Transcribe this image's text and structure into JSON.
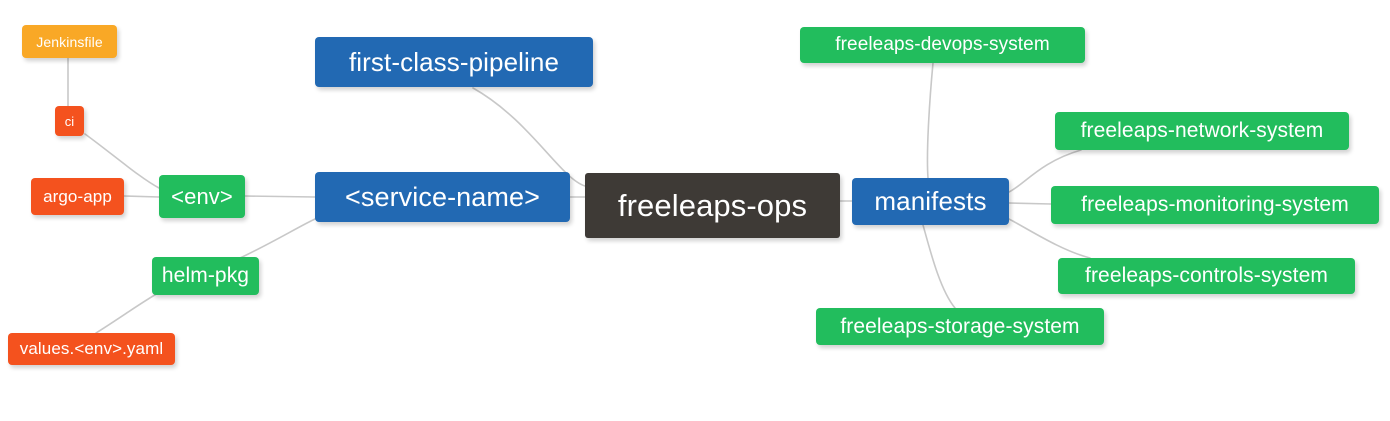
{
  "diagram": {
    "type": "mindmap",
    "title": "freeleaps-ops",
    "background_color": "#ffffff",
    "edge_color": "#c8c8c8",
    "palette": {
      "root": "#3e3a36",
      "blue": "#2269b3",
      "green": "#22bd5d",
      "orange": "#f9a826",
      "red": "#f4521e",
      "text": "#ffffff"
    }
  },
  "nodes": {
    "root": {
      "label": "freeleaps-ops",
      "color": "#3e3a36"
    },
    "first_class_pipeline": {
      "label": "first-class-pipeline",
      "color": "#2269b3"
    },
    "service_name": {
      "label": "<service-name>",
      "color": "#2269b3"
    },
    "manifests": {
      "label": "manifests",
      "color": "#2269b3"
    },
    "env": {
      "label": "<env>",
      "color": "#22bd5d"
    },
    "helm_pkg": {
      "label": "helm-pkg",
      "color": "#22bd5d"
    },
    "jenkinsfile": {
      "label": "Jenkinsfile",
      "color": "#f9a826"
    },
    "ci": {
      "label": "ci",
      "color": "#f4521e"
    },
    "argo_app": {
      "label": "argo-app",
      "color": "#f4521e"
    },
    "values_yaml": {
      "label": "values.<env>.yaml",
      "color": "#f4521e"
    },
    "devops_system": {
      "label": "freeleaps-devops-system",
      "color": "#22bd5d"
    },
    "network_system": {
      "label": "freeleaps-network-system",
      "color": "#22bd5d"
    },
    "monitoring_system": {
      "label": "freeleaps-monitoring-system",
      "color": "#22bd5d"
    },
    "controls_system": {
      "label": "freeleaps-controls-system",
      "color": "#22bd5d"
    },
    "storage_system": {
      "label": "freeleaps-storage-system",
      "color": "#22bd5d"
    }
  },
  "edges": [
    {
      "from": "root",
      "to": "first_class_pipeline"
    },
    {
      "from": "root",
      "to": "service_name"
    },
    {
      "from": "root",
      "to": "manifests"
    },
    {
      "from": "service_name",
      "to": "env"
    },
    {
      "from": "service_name",
      "to": "helm_pkg"
    },
    {
      "from": "env",
      "to": "ci"
    },
    {
      "from": "env",
      "to": "argo_app"
    },
    {
      "from": "ci",
      "to": "jenkinsfile"
    },
    {
      "from": "helm_pkg",
      "to": "values_yaml"
    },
    {
      "from": "manifests",
      "to": "devops_system"
    },
    {
      "from": "manifests",
      "to": "network_system"
    },
    {
      "from": "manifests",
      "to": "monitoring_system"
    },
    {
      "from": "manifests",
      "to": "controls_system"
    },
    {
      "from": "manifests",
      "to": "storage_system"
    }
  ]
}
